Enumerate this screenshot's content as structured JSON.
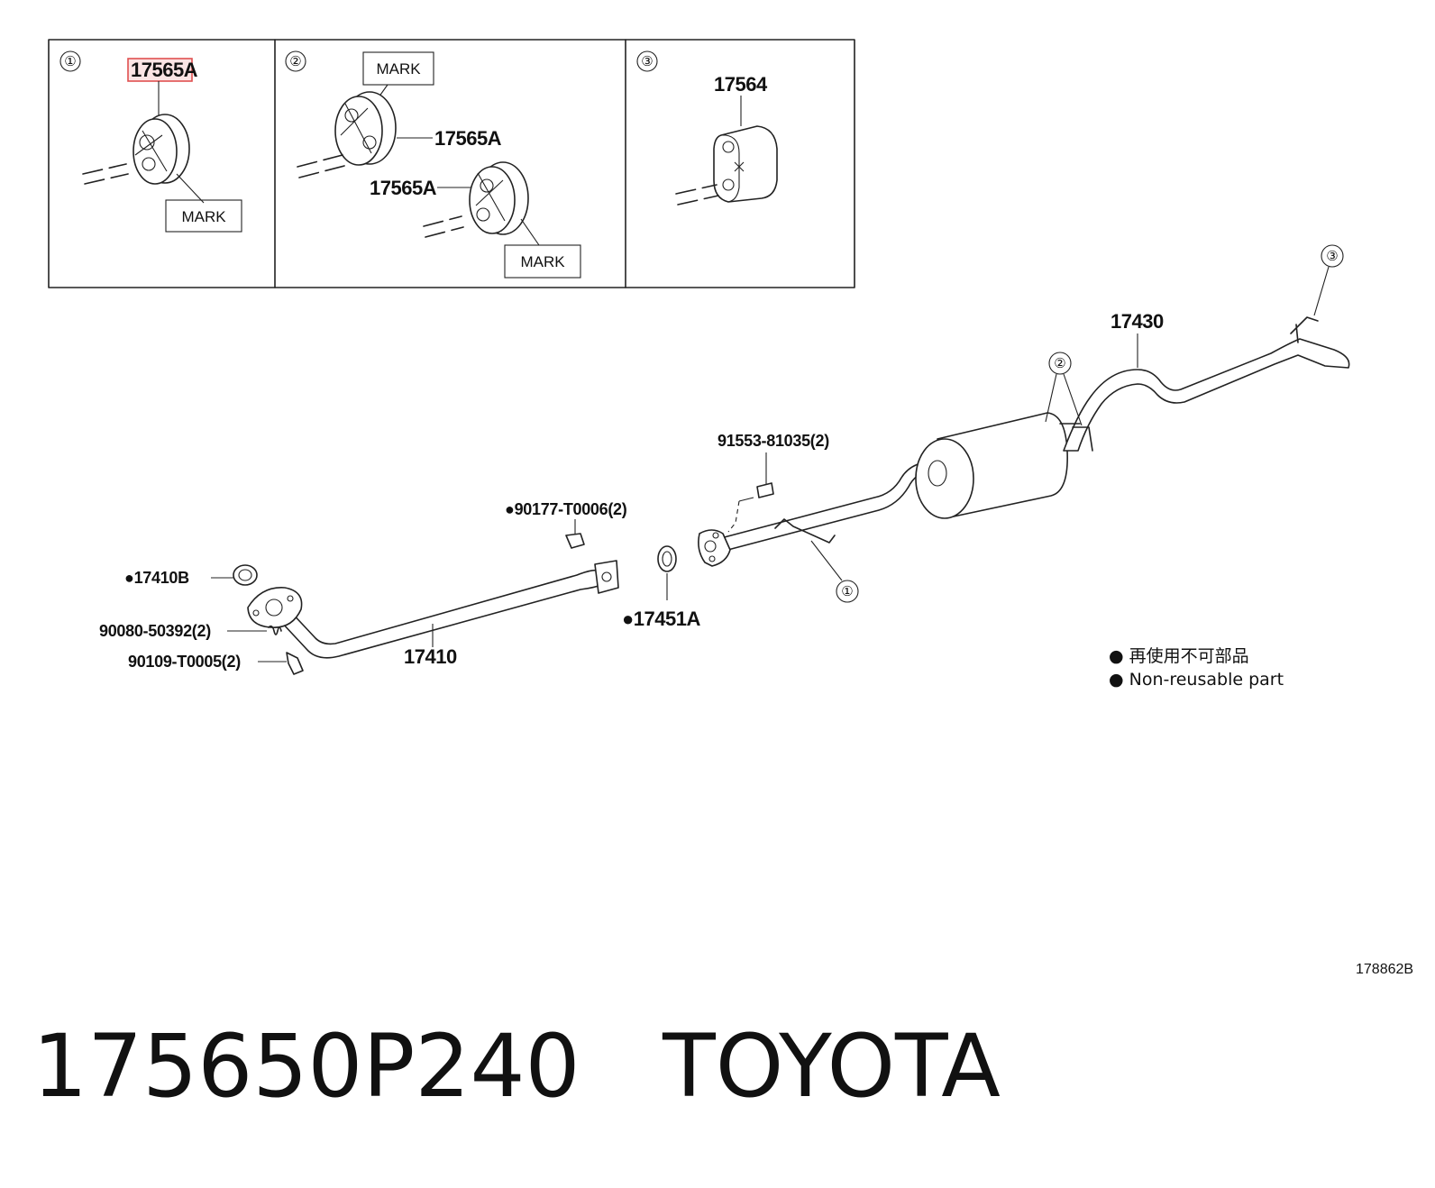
{
  "insets": [
    {
      "number": "①",
      "part_label": "17565A",
      "mark_label": "MARK",
      "highlight_color": "#e05050"
    },
    {
      "number": "②",
      "part_label_top": "17565A",
      "part_label_bottom": "17565A",
      "mark_label_top": "MARK",
      "mark_label_bottom": "MARK"
    },
    {
      "number": "③",
      "part_label": "17564"
    }
  ],
  "main": {
    "labels": {
      "tail_pipe": "17430",
      "front_pipe": "17410",
      "gasket_front": "●17410B",
      "gasket_mid": "●17451A",
      "nut": "●90177-T0006(2)",
      "bolt_mid": "91553-81035(2)",
      "spring": "90080-50392(2)",
      "bolt_front": "90109-T0005(2)"
    },
    "callouts": {
      "hanger_1": "①",
      "hanger_2": "②",
      "hanger_3": "③"
    }
  },
  "legend": {
    "japanese": "● 再使用不可部品",
    "english": "● Non-reusable part"
  },
  "diagram_code": "178862B",
  "caption": "175650P240   TOYOTA"
}
